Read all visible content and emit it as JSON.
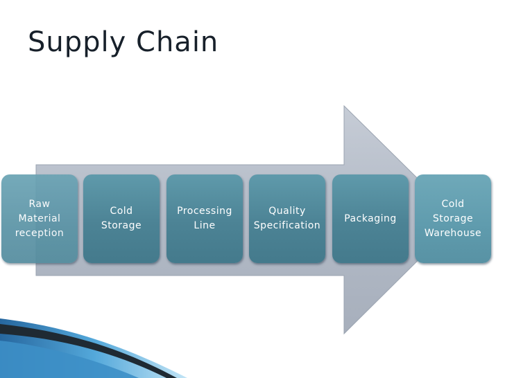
{
  "slide": {
    "title": "Supply Chain"
  },
  "steps": [
    {
      "label": "Raw\nMaterial\nreception"
    },
    {
      "label": "Cold\nStorage"
    },
    {
      "label": "Processing\nLine"
    },
    {
      "label": "Quality\nSpecification"
    },
    {
      "label": "Packaging"
    },
    {
      "label": "Cold\nStorage\nWarehouse"
    }
  ],
  "colors": {
    "arrow": "#b4bcc8",
    "step_box": "#4c8395",
    "title": "#17202a",
    "accent_stripe": "#2a7fb5"
  }
}
